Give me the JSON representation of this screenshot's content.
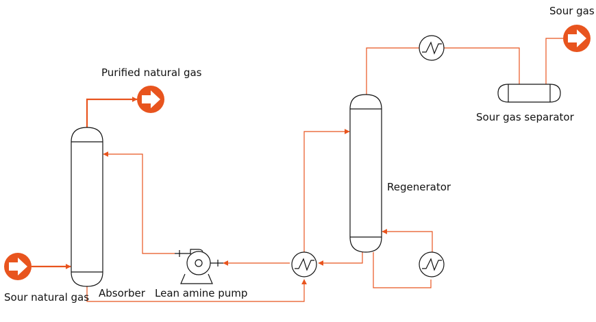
{
  "colors": {
    "stream": "#e8541e",
    "outline": "#111111",
    "background": "#ffffff"
  },
  "labels": {
    "sour_gas": "Sour gas",
    "purified_natural_gas": "Purified natural gas",
    "sour_gas_separator": "Sour gas separator",
    "regenerator": "Regenerator",
    "sour_natural_gas": "Sour natural gas",
    "absorber": "Absorber",
    "lean_amine_pump": "Lean amine pump"
  },
  "icons": {
    "feed_terminal": "arrow-circle-icon",
    "product_terminal": "arrow-circle-icon",
    "heat_exchanger": "heat-exchanger-icon",
    "pump": "centrifugal-pump-icon"
  }
}
